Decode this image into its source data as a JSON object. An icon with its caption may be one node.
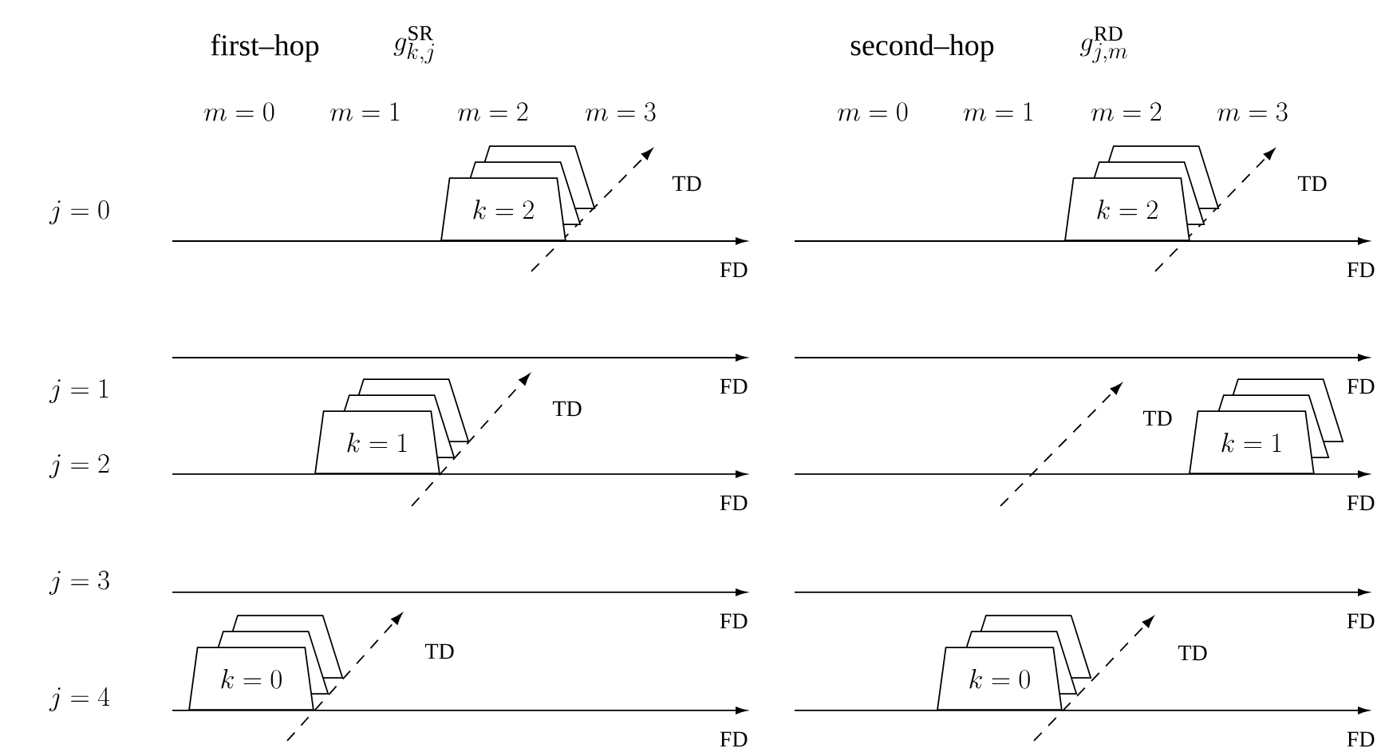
{
  "diagram": {
    "nodes": [
      {
        "text": [
          "k=2"
        ]
      },
      {
        "text": [
          "k=2"
        ]
      },
      {
        "text": [
          "k=1"
        ]
      },
      {
        "text": [
          "k=1"
        ]
      },
      {
        "text": [
          "k=0"
        ]
      },
      {
        "text": [
          "k=0"
        ]
      }
    ],
    "labels": [
      "first–hop",
      "g^{\\mathrm{SR}}_{k,j}",
      "second–hop",
      "g^{\\mathrm{RD}}_{j,m}",
      "m=0",
      "m=1",
      "m=2",
      "m=3",
      "m=0",
      "m=1",
      "m=2",
      "m=3",
      "j=0",
      "TD",
      "TD",
      "FD",
      "FD",
      "j=1",
      "FD",
      "FD",
      "TD",
      "TD",
      "j=2",
      "FD",
      "FD",
      "j=3",
      "FD",
      "FD",
      "TD",
      "TD",
      "j=4",
      "FD",
      "FD"
    ]
  }
}
